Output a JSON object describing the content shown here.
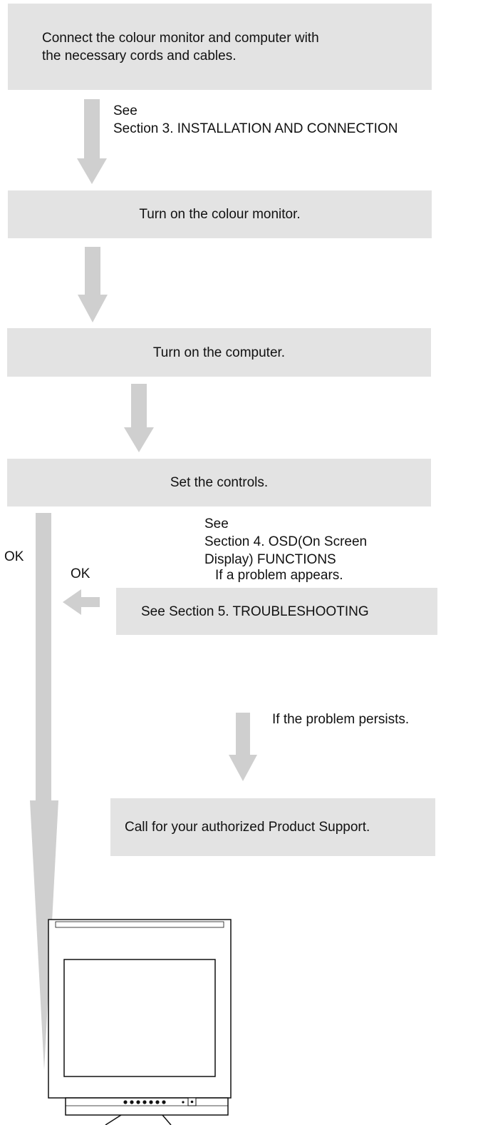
{
  "steps": {
    "connect": "Connect the colour monitor and computer with\nthe necessary cords and cables.",
    "turn_on_monitor": "Turn on the colour monitor.",
    "turn_on_computer": "Turn on the computer.",
    "set_controls": "Set the controls.",
    "troubleshooting": "See Section 5. TROUBLESHOOTING",
    "call_support": "Call for your authorized Product Support."
  },
  "notes": {
    "see_section_3": "See\nSection 3. INSTALLATION AND CONNECTION",
    "see_section_4": "See\nSection 4. OSD(On Screen\nDisplay) FUNCTIONS",
    "if_problem_appears": "If a problem appears.",
    "if_problem_persists": "If the problem persists.",
    "ok_main": "OK",
    "ok_return": "OK"
  },
  "colors": {
    "box_fill": "#e3e3e3",
    "arrow_fill": "#cfcfcf",
    "line": "#111111"
  }
}
